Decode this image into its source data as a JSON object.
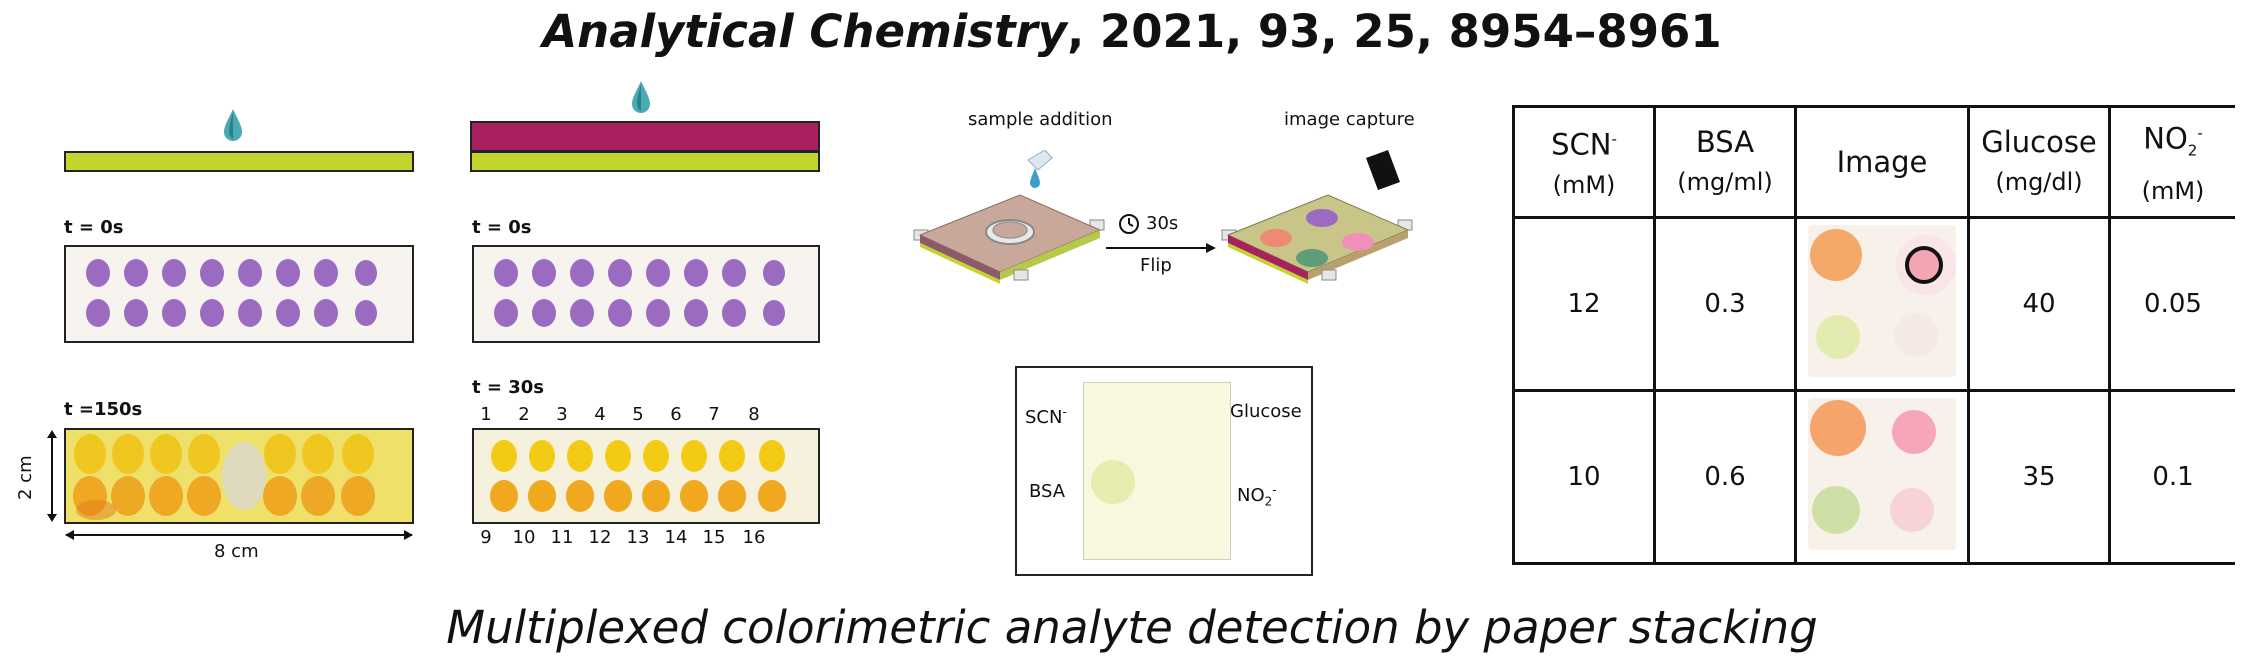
{
  "header": {
    "journal_name": "Analytical Chemistry",
    "citation": ", 2021, 93, 25, 8954–8961"
  },
  "caption": "Multiplexed colorimetric analyte detection by paper stacking",
  "panel_left": {
    "t0_label": "t = 0s",
    "t150_label": "t =150s",
    "height_label": "2 cm",
    "width_label": "8 cm"
  },
  "panel_middle": {
    "t0_label": "t = 0s",
    "t30_label": "t = 30s",
    "top_numbers": [
      "1",
      "2",
      "3",
      "4",
      "5",
      "6",
      "7",
      "8"
    ],
    "bottom_numbers": [
      "9",
      "10",
      "11",
      "12",
      "13",
      "14",
      "15",
      "16"
    ]
  },
  "panel_device": {
    "sample_addition_label": "sample addition",
    "image_capture_label": "image capture",
    "timer_label": "30s",
    "flip_label": "Flip",
    "readout": {
      "scn": "SCN",
      "scn_sup": "-",
      "glucose": "Glucose",
      "bsa": "BSA",
      "no2": "NO",
      "no2_sub": "2",
      "no2_sup": "-"
    }
  },
  "results_table": {
    "headers": [
      {
        "name": "SCN",
        "sup": "-",
        "unit": "(mM)"
      },
      {
        "name": "BSA",
        "unit": "(mg/ml)"
      },
      {
        "name": "Image"
      },
      {
        "name": "Glucose",
        "unit": "(mg/dl)"
      },
      {
        "name": "NO",
        "sub": "2",
        "sup": "-",
        "unit": "(mM)"
      }
    ],
    "rows": [
      {
        "scn": "12",
        "bsa": "0.3",
        "glucose": "40",
        "no2": "0.05"
      },
      {
        "scn": "10",
        "bsa": "0.6",
        "glucose": "35",
        "no2": "0.1"
      }
    ]
  },
  "colors": {
    "green_strip": "#c2d52f",
    "magenta_strip": "#a8205e",
    "purple_dot": "#9a6bc0",
    "yellow_dot": "#f3cb14",
    "orange_dot": "#f2a93c",
    "drop": "#4aaab3"
  }
}
